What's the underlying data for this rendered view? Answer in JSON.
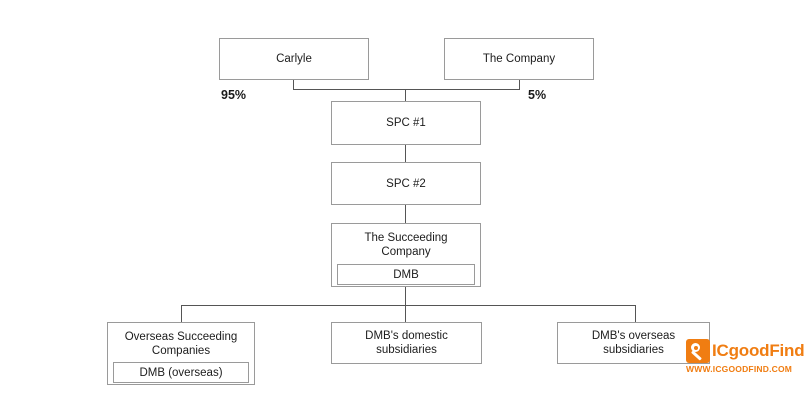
{
  "diagram": {
    "type": "org-chart",
    "title": "",
    "background_color": "#ffffff",
    "border_color": "#9a9a9a",
    "line_color": "#555555",
    "text_color": "#1c1c1c",
    "nodes": {
      "carlyle": {
        "label": "Carlyle"
      },
      "the_company": {
        "label": "The Company"
      },
      "spc1": {
        "label": "SPC #1"
      },
      "spc2": {
        "label": "SPC #2"
      },
      "succeeding_company": {
        "label": "The Succeeding\nCompany",
        "sub_label": "DMB"
      },
      "overseas_succeeding": {
        "label": "Overseas Succeeding\nCompanies",
        "sub_label": "DMB (overseas)"
      },
      "domestic_subsidiaries": {
        "label": "DMB's domestic\nsubsidiaries"
      },
      "overseas_subsidiaries": {
        "label": "DMB's overseas\nsubsidiaries"
      }
    },
    "edge_labels": {
      "carlyle_share": "95%",
      "company_share": "5%"
    }
  },
  "watermark": {
    "name": "ICgoodFind",
    "url": "WWW.ICGOODFIND.COM",
    "color": "#f07d12"
  }
}
